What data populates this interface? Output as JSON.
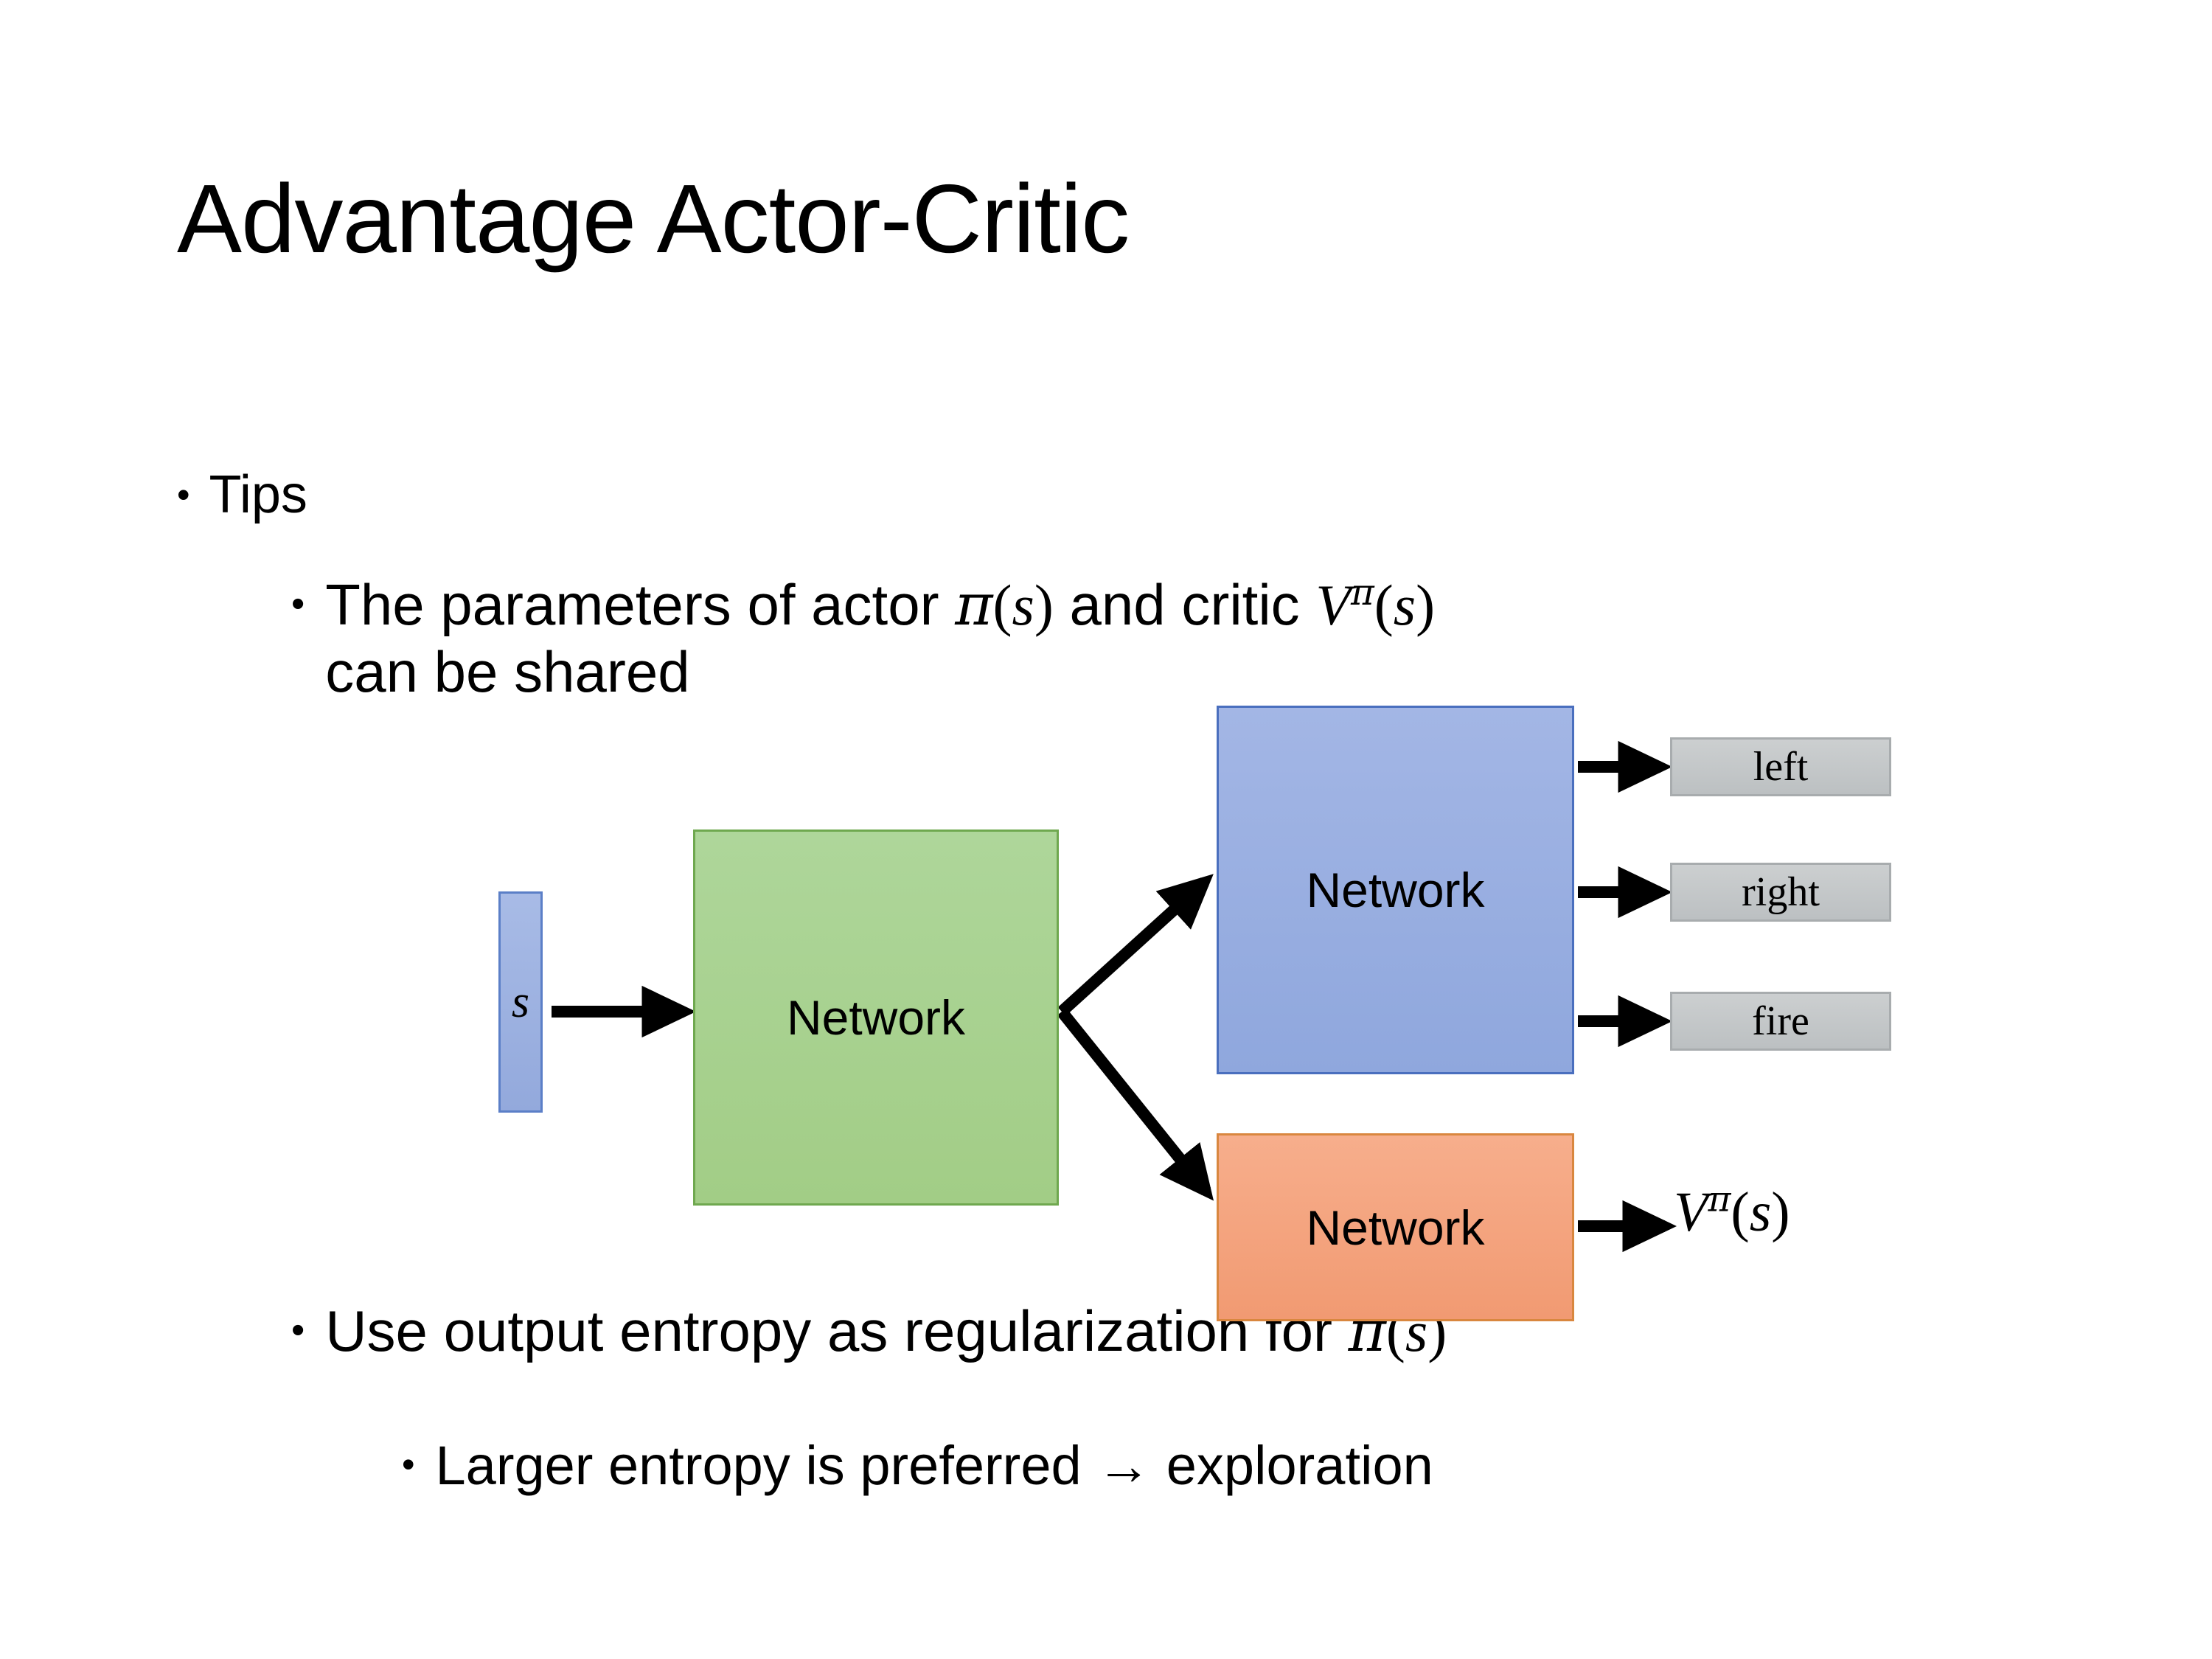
{
  "slide": {
    "title": "Advantage Actor-Critic",
    "background_color": "#ffffff"
  },
  "bullets": {
    "tips": {
      "dot": "•",
      "label": "Tips"
    },
    "shared_params": {
      "dot": "•",
      "line1_prefix": "The parameters of actor ",
      "pi": "π",
      "paren_open": "(",
      "s": "s",
      "paren_close": ")",
      "line1_middle": "  and critic ",
      "V": "V",
      "V_sup": "π",
      "line2": "can be shared"
    },
    "entropy": {
      "dot": "•",
      "prefix": "Use output entropy as regularization for ",
      "pi": "π",
      "paren_open": "(",
      "s": "s",
      "paren_close": ")"
    },
    "larger_entropy": {
      "dot": "•",
      "text": "Larger entropy is preferred → exploration"
    }
  },
  "diagram": {
    "input_box": {
      "label": "s",
      "fill": "#96aade",
      "border": "#5b7fc7"
    },
    "shared_network": {
      "label": "Network",
      "fill": "#a8d08d",
      "border": "#6fa84f"
    },
    "actor_network": {
      "label": "Network",
      "fill": "#96aade",
      "border": "#4a6fbe"
    },
    "critic_network": {
      "label": "Network",
      "fill": "#f4a07a",
      "border": "#d9873f"
    },
    "actions": [
      {
        "label": "left",
        "fill": "#c3c7c8",
        "border": "#a8acae"
      },
      {
        "label": "right",
        "fill": "#c3c7c8",
        "border": "#a8acae"
      },
      {
        "label": "fire",
        "fill": "#c3c7c8",
        "border": "#a8acae"
      }
    ],
    "critic_output": {
      "V": "V",
      "V_sup": "π",
      "paren_open": "(",
      "s": "s",
      "paren_close": ")"
    },
    "arrow_color": "#000000"
  }
}
